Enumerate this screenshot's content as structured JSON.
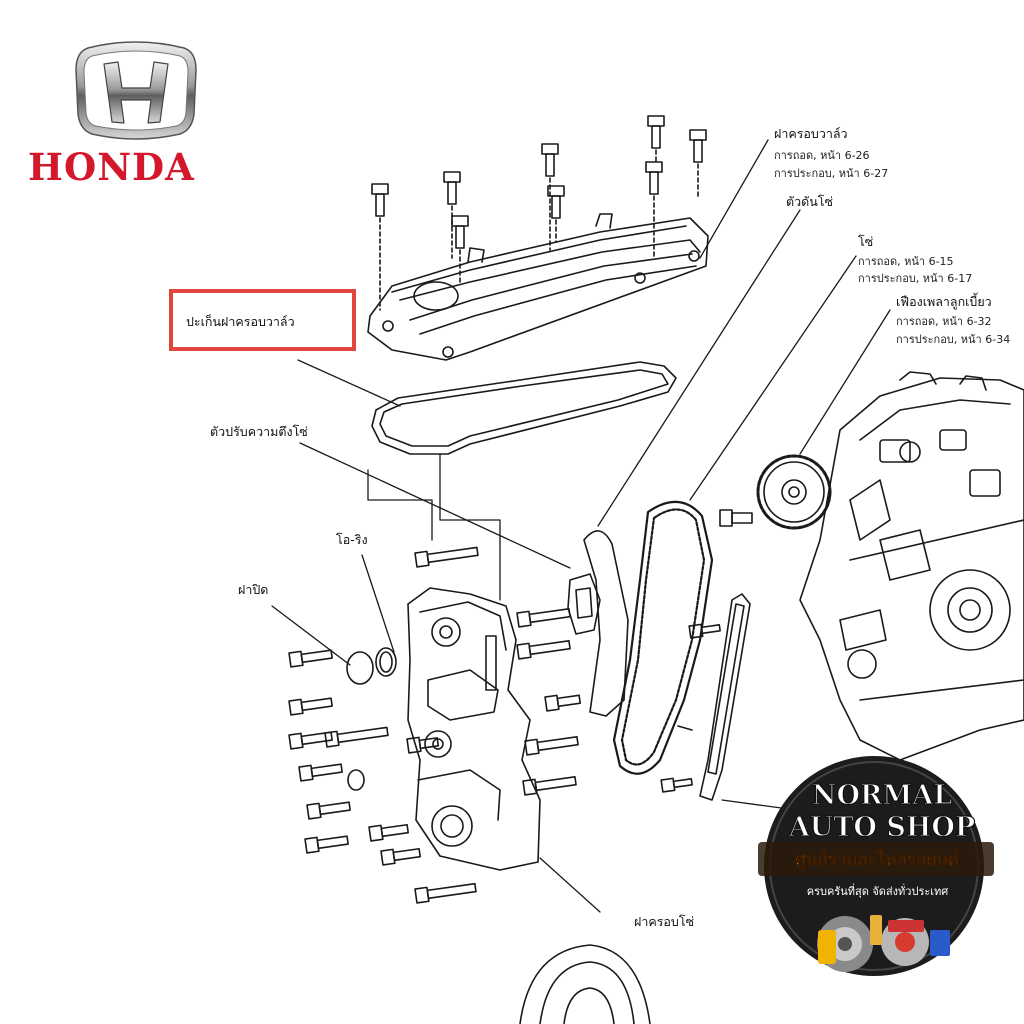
{
  "brand": {
    "name": "HONDA",
    "brand_color": "#d3182b",
    "highlight_color": "#e0463c"
  },
  "callouts": {
    "valve_cover": {
      "title": "ฝาครอบวาล์ว",
      "removal": "การถอด, หน้า 6-26",
      "install": "การประกอบ, หน้า 6-27"
    },
    "chain_guide": {
      "title": "ตัวดันโซ่"
    },
    "chain": {
      "title": "โซ่",
      "removal": "การถอด, หน้า 6-15",
      "install": "การประกอบ, หน้า 6-17"
    },
    "cam_sprocket": {
      "title": "เฟืองเพลาลูกเบี้ยว",
      "removal": "การถอด, หน้า 6-32",
      "install": "การประกอบ, หน้า 6-34"
    },
    "valve_cover_gasket": {
      "title": "ปะเก็นฝาครอบวาล์ว"
    },
    "chain_tensioner": {
      "title": "ตัวปรับความตึงโซ่"
    },
    "o_ring": {
      "title": "โอ-ริง"
    },
    "cap": {
      "title": "ฝาปิด"
    },
    "chain_cover": {
      "title": "ฝาครอบโซ่"
    }
  },
  "shop_badge": {
    "line1": "NORMAL",
    "line2": "AUTO SHOP",
    "thai_name": "ศูนย์รวมอะไหล่รถยนต์",
    "tagline": "ครบครันที่สุด จัดส่งทั่วประเทศ"
  }
}
